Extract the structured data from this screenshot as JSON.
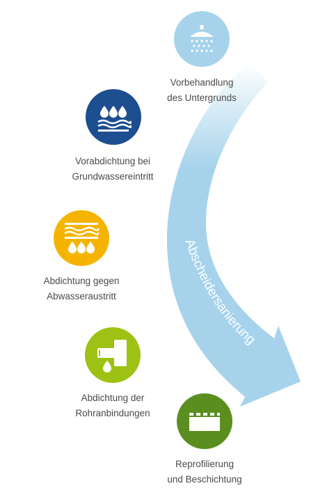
{
  "arrow_label": "Abscheidersanierung",
  "steps": [
    {
      "line1": "Vorbehandlung",
      "line2": "des Untergrunds",
      "color": "#a6d3eb",
      "icon": "shower-icon"
    },
    {
      "line1": "Vorabdichtung bei",
      "line2": "Grundwassereintritt",
      "color": "#1d4e8f",
      "icon": "water-drops-waves-icon"
    },
    {
      "line1": "Abdichtung gegen",
      "line2": "Abwasseraustritt",
      "color": "#f5b400",
      "icon": "wall-drops-icon"
    },
    {
      "line1": "Abdichtung der",
      "line2": "Rohranbindungen",
      "color": "#9dc214",
      "icon": "pipe-connection-icon"
    },
    {
      "line1": "Reprofilierung",
      "line2": "und Beschichtung",
      "color": "#5a8f1f",
      "icon": "coating-layer-icon"
    }
  ],
  "arrow_color": "#a6d3eb"
}
